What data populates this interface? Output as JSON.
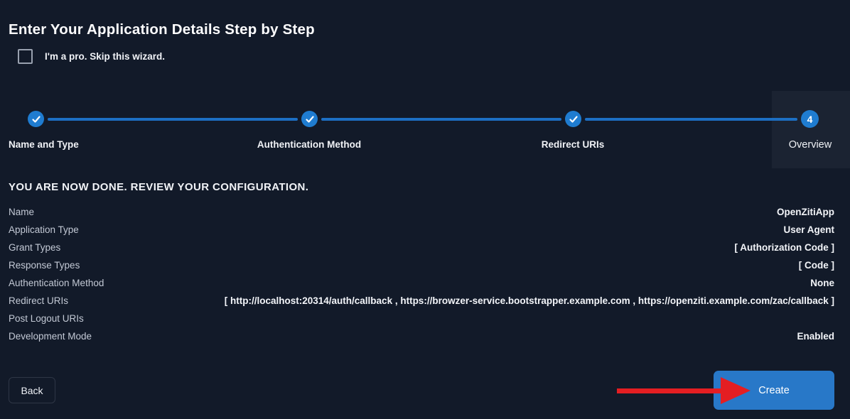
{
  "title": "Enter Your Application Details Step by Step",
  "skip_wizard": {
    "label": "I'm a pro. Skip this wizard.",
    "checked": false
  },
  "stepper": {
    "steps": [
      {
        "label": "Name and Type",
        "state": "completed"
      },
      {
        "label": "Authentication Method",
        "state": "completed"
      },
      {
        "label": "Redirect URIs",
        "state": "completed"
      },
      {
        "label": "Overview",
        "state": "current",
        "number": "4"
      }
    ]
  },
  "review": {
    "heading": "YOU ARE NOW DONE. REVIEW YOUR CONFIGURATION.",
    "rows": [
      {
        "label": "Name",
        "value": "OpenZitiApp"
      },
      {
        "label": "Application Type",
        "value": "User Agent"
      },
      {
        "label": "Grant Types",
        "value": "[ Authorization Code ]"
      },
      {
        "label": "Response Types",
        "value": "[ Code ]"
      },
      {
        "label": "Authentication Method",
        "value": "None"
      },
      {
        "label": "Redirect URIs",
        "value": "[ http://localhost:20314/auth/callback , https://browzer-service.bootstrapper.example.com , https://openziti.example.com/zac/callback ]"
      },
      {
        "label": "Post Logout URIs",
        "value": ""
      },
      {
        "label": "Development Mode",
        "value": "Enabled"
      }
    ]
  },
  "footer": {
    "back_label": "Back",
    "create_label": "Create"
  },
  "colors": {
    "background": "#121a29",
    "step_highlight": "#1b2332",
    "accent_blue": "#1f7cd0",
    "line_blue": "#1d6fc3",
    "button_blue": "#2878c8",
    "arrow_red": "#e41e22"
  }
}
